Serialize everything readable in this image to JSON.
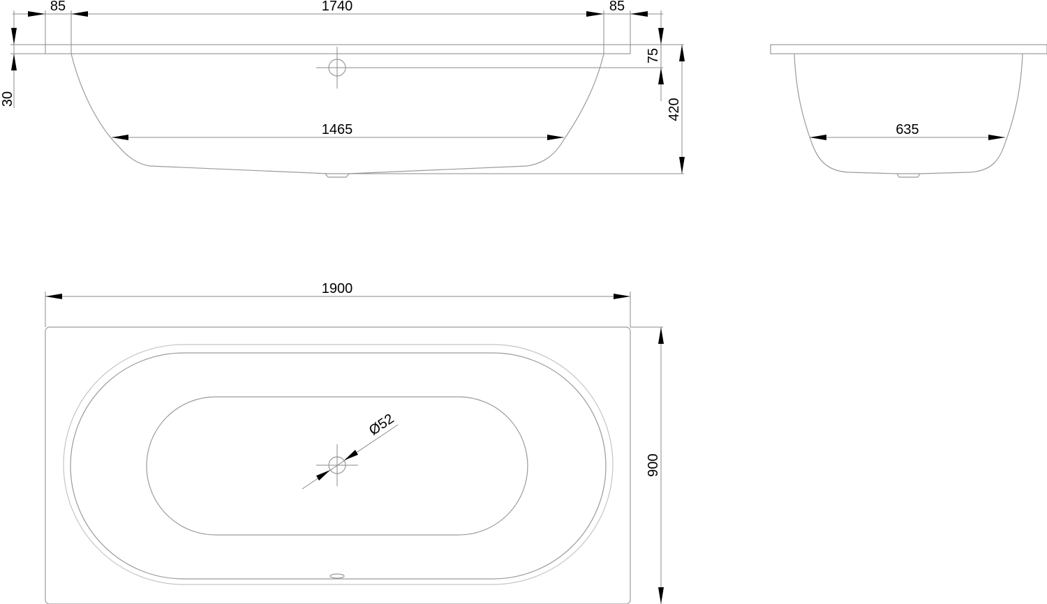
{
  "side_view": {
    "overall_inner": "1740",
    "rim_left": "85",
    "rim_right": "85",
    "rim_thickness": "30",
    "overflow_height": "75",
    "depth": "420",
    "bottom_length": "1465"
  },
  "end_view": {
    "bottom_width": "635"
  },
  "top_view": {
    "length": "1900",
    "width": "900",
    "drain_diameter": "Ø52"
  }
}
